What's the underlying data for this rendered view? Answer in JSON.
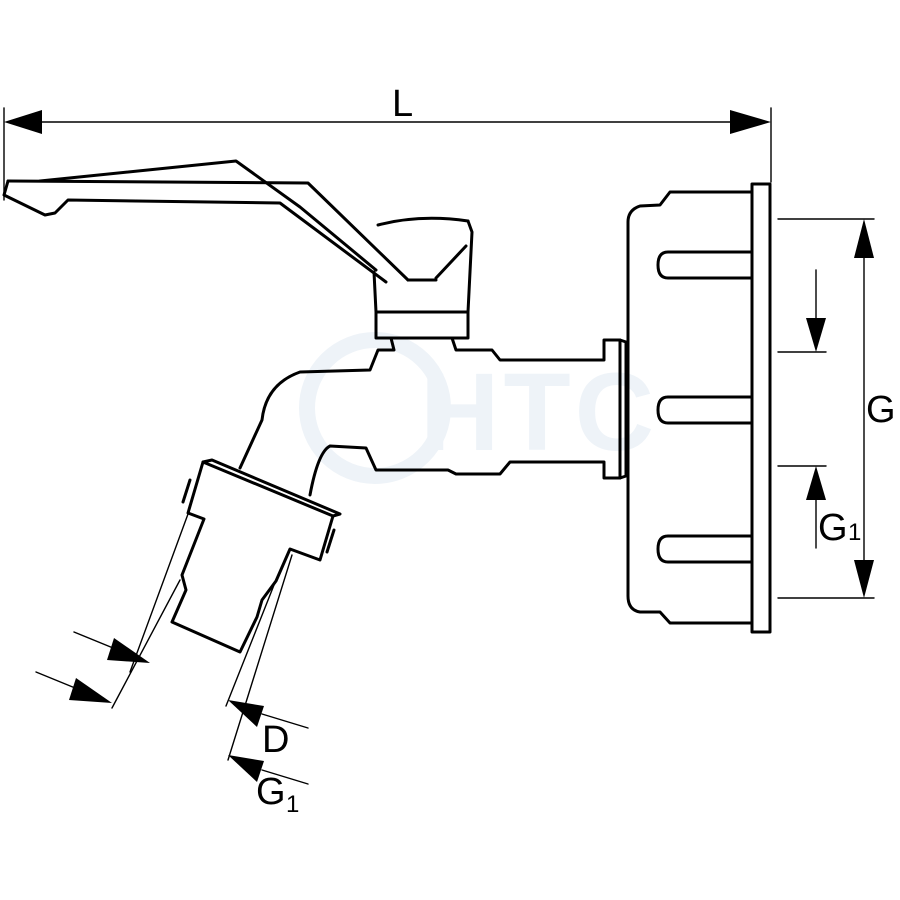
{
  "drawing": {
    "labels": {
      "length": "L",
      "thread": "G",
      "thread_small": "G",
      "thread_small_sub": "1",
      "diameter": "D",
      "outlet_thread": "G",
      "outlet_thread_sub": "1"
    },
    "watermark": "HTC"
  }
}
